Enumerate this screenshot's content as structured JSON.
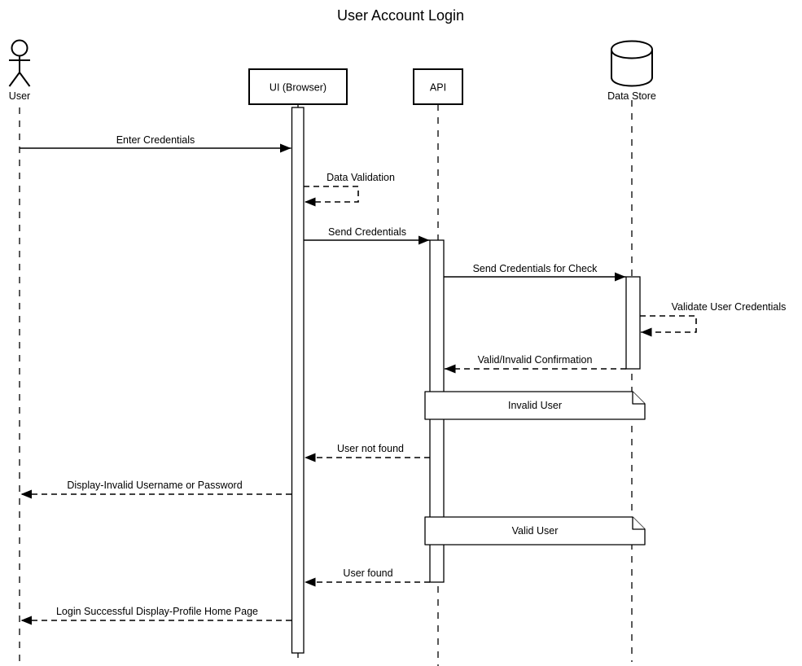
{
  "diagram": {
    "title": "User Account Login",
    "actors": [
      {
        "label": "User",
        "type": "actor"
      },
      {
        "label": "UI (Browser)",
        "type": "participant"
      },
      {
        "label": "API",
        "type": "participant"
      },
      {
        "label": "Data Store",
        "type": "datastore"
      }
    ],
    "messages": [
      {
        "label": "Enter Credentials",
        "from": "User",
        "to": "UI (Browser)",
        "line": "solid"
      },
      {
        "label": "Data Validation",
        "from": "UI (Browser)",
        "to": "UI (Browser)",
        "line": "dashed"
      },
      {
        "label": "Send Credentials",
        "from": "UI (Browser)",
        "to": "API",
        "line": "solid"
      },
      {
        "label": "Send Credentials for Check",
        "from": "API",
        "to": "Data Store",
        "line": "solid"
      },
      {
        "label": "Validate User Credentials",
        "from": "Data Store",
        "to": "Data Store",
        "line": "dashed"
      },
      {
        "label": "Valid/Invalid Confirmation",
        "from": "Data Store",
        "to": "API",
        "line": "dashed"
      },
      {
        "label": "User not found",
        "from": "API",
        "to": "UI (Browser)",
        "line": "dashed"
      },
      {
        "label": "Display-Invalid Username or Password",
        "from": "UI (Browser)",
        "to": "User",
        "line": "dashed"
      },
      {
        "label": "User found",
        "from": "API",
        "to": "UI (Browser)",
        "line": "dashed"
      },
      {
        "label": "Login Successful Display-Profile Home Page",
        "from": "UI (Browser)",
        "to": "User",
        "line": "dashed"
      }
    ],
    "notes": [
      {
        "label": "Invalid User"
      },
      {
        "label": "Valid User"
      }
    ],
    "colors": {
      "stroke": "#000000",
      "fill": "#ffffff",
      "background": "#ffffff",
      "text": "#000000"
    }
  }
}
